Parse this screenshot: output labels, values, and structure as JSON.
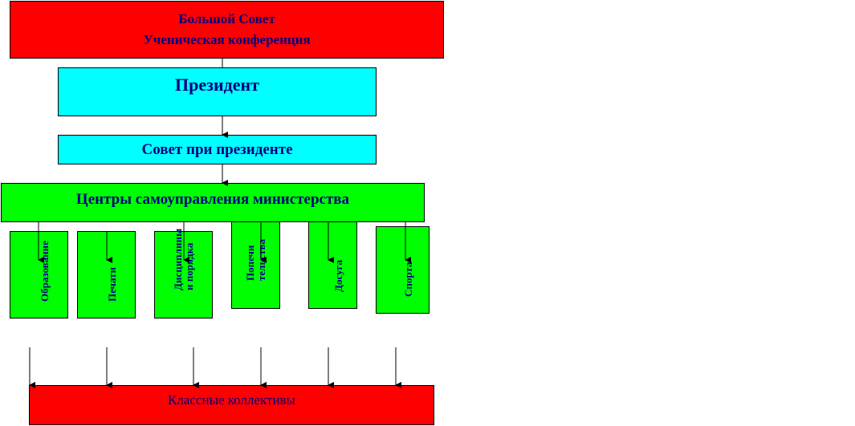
{
  "colors": {
    "red": "#ff0000",
    "cyan": "#00ffff",
    "green": "#00ff00",
    "text": "#000080",
    "line": "#000000"
  },
  "council": {
    "line1": "Большой Совет",
    "line2": "Ученическая конференция"
  },
  "president": {
    "label": "Президент"
  },
  "advisory": {
    "label": "Совет при президенте"
  },
  "centers": {
    "label": "Центры самоуправления министерства"
  },
  "ministries": [
    {
      "line1": "Образование",
      "line2": ""
    },
    {
      "line1": "Печати",
      "line2": ""
    },
    {
      "line1": "Дисциплины",
      "line2": "и порядка"
    },
    {
      "line1": "Попечи",
      "line2": "тельства"
    },
    {
      "line1": "Досуга",
      "line2": ""
    },
    {
      "line1": "Спорта",
      "line2": ""
    }
  ],
  "classes": {
    "label": "Классные коллективы"
  }
}
